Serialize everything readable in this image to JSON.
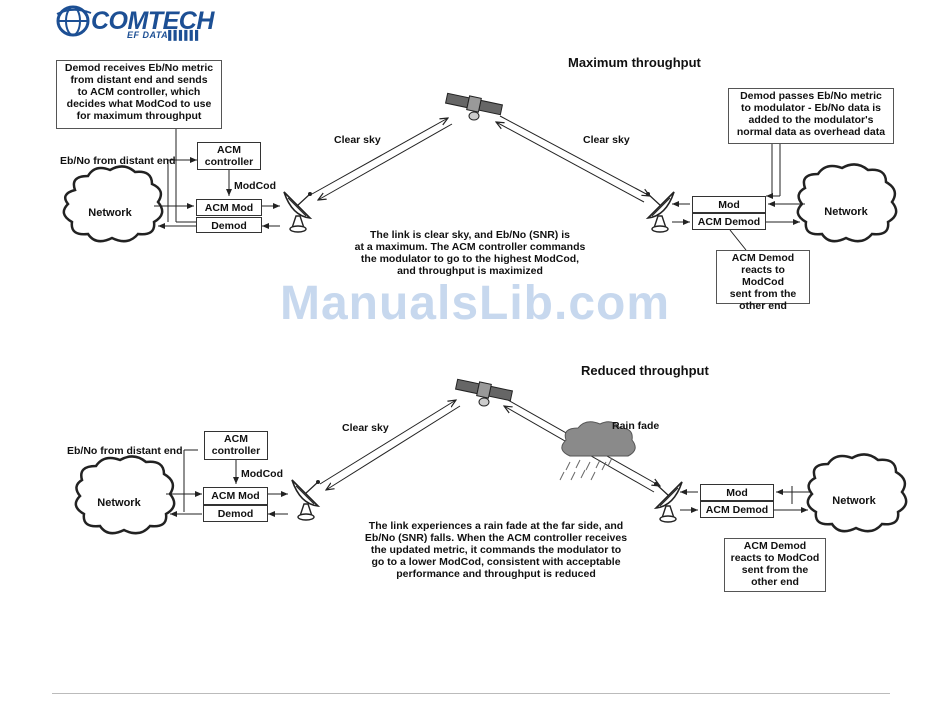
{
  "logo": {
    "name": "COMTECH",
    "subtitle": "EF DATA"
  },
  "watermark": "ManualsLib.com",
  "top": {
    "title": "Maximum throughput",
    "left_note": "Demod receives Eb/No metric\nfrom distant end and sends\nto ACM controller, which\ndecides what ModCod to use\nfor maximum throughput",
    "ebno_label": "Eb/No from distant end",
    "acm_controller": "ACM\ncontroller",
    "modcod_label": "ModCod",
    "acm_mod": "ACM Mod",
    "demod": "Demod",
    "network_left": "Network",
    "clear_sky_left": "Clear sky",
    "clear_sky_right": "Clear sky",
    "center_text": "The link is clear sky, and Eb/No (SNR) is\nat a maximum. The ACM controller commands\nthe modulator to go to the highest ModCod,\nand throughput is maximized",
    "right_note": "Demod passes Eb/No metric\nto modulator - Eb/No data is\nadded to the modulator's\nnormal data as overhead data",
    "mod": "Mod",
    "acm_demod": "ACM Demod",
    "network_right": "Network",
    "acm_demod_note": "ACM Demod\nreacts to ModCod\nsent from the\nother end"
  },
  "bottom": {
    "title": "Reduced throughput",
    "ebno_label": "Eb/No from distant end",
    "acm_controller": "ACM\ncontroller",
    "modcod_label": "ModCod",
    "acm_mod": "ACM Mod",
    "demod": "Demod",
    "network_left": "Network",
    "clear_sky_left": "Clear sky",
    "rain_fade": "Rain fade",
    "center_text": "The link experiences a rain fade at the far side, and\nEb/No (SNR) falls. When the ACM controller receives\nthe updated metric, it commands the modulator to\ngo to a lower ModCod, consistent with acceptable\nperformance and throughput is reduced",
    "mod": "Mod",
    "acm_demod": "ACM Demod",
    "network_right": "Network",
    "acm_demod_note": "ACM Demod\nreacts to ModCod\nsent from the\nother end"
  }
}
